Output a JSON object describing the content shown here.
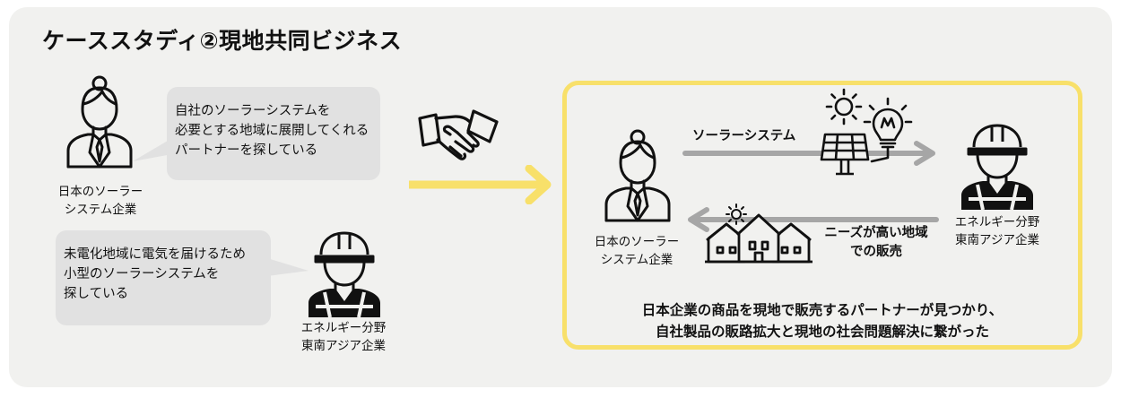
{
  "title": "ケーススタディ②現地共同ビジネス",
  "left": {
    "company_a": {
      "bubble_lines": [
        "自社のソーラーシステムを",
        "必要とする地域に展開してくれる",
        "パートナーを探している"
      ],
      "label_lines": [
        "日本のソーラー",
        "システム企業"
      ]
    },
    "company_b": {
      "bubble_lines": [
        "未電化地域に電気を届けるため",
        "小型のソーラーシステムを",
        "探している"
      ],
      "label_lines": [
        "エネルギー分野",
        "東南アジア企業"
      ]
    }
  },
  "right": {
    "japan_label_lines": [
      "日本のソーラー",
      "システム企業"
    ],
    "sea_label_lines": [
      "エネルギー分野",
      "東南アジア企業"
    ],
    "top_arrow_label": "ソーラーシステム",
    "bottom_arrow_label_lines": [
      "ニーズが高い地域",
      "での販売"
    ],
    "summary_lines": [
      "日本企業の商品を現地で販売するパートナーが見つかり、",
      "自社製品の販路拡大と現地の社会問題解決に繋がった"
    ]
  },
  "colors": {
    "accent_yellow": "#f8e06a",
    "arrow_gray": "#a6a6a6",
    "bubble_gray": "#e1e1e1",
    "background": "#f1f1ef"
  },
  "icons": [
    "businesswoman-icon",
    "worker-helmet-icon",
    "handshake-icon",
    "solar-panel-icon",
    "sun-icon",
    "lightbulb-icon",
    "houses-icon"
  ]
}
